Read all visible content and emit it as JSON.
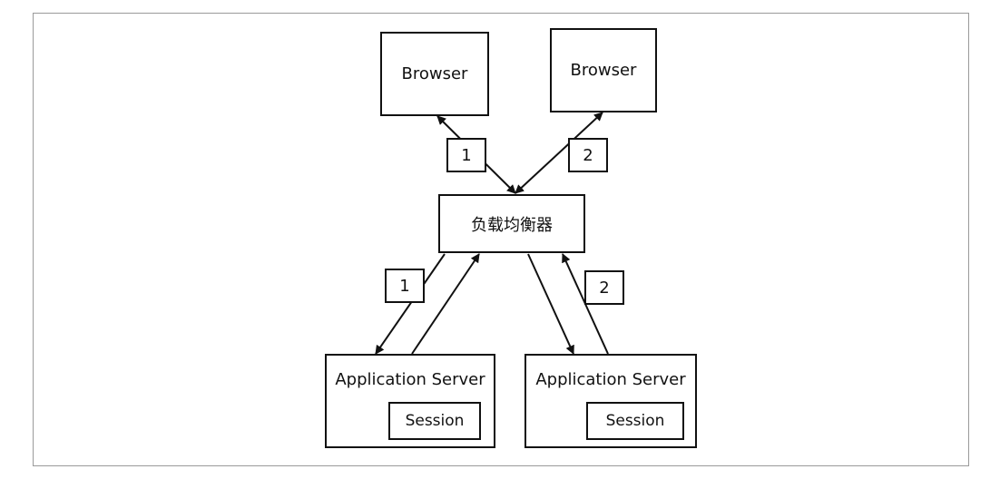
{
  "nodes": {
    "browser_left": "Browser",
    "browser_right": "Browser",
    "load_balancer": "负载均衡器",
    "app_server_left": "Application Server",
    "app_server_right": "Application Server",
    "session_left": "Session",
    "session_right": "Session"
  },
  "edge_labels": {
    "browser_left_to_lb": "1",
    "browser_right_to_lb": "2",
    "lb_to_server_left": "1",
    "lb_to_server_right": "2"
  }
}
